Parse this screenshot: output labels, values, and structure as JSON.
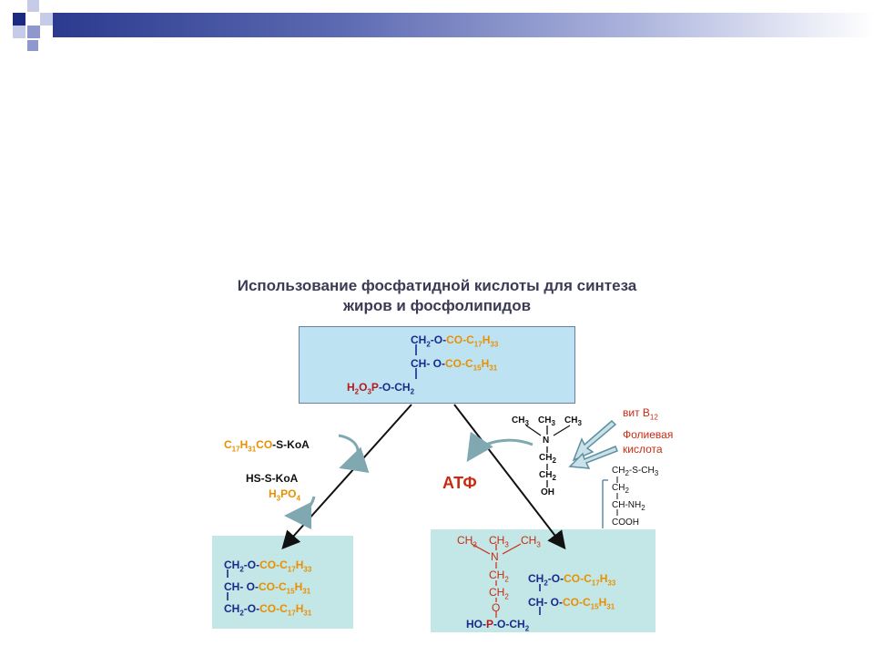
{
  "slide": {
    "title_line1": "Использование фосфатидной кислоты для синтеза",
    "title_line2": "жиров и фосфолипидов"
  },
  "top_box": {
    "r1": {
      "a": "CH",
      "a2": "2",
      "b": "-O-",
      "c": "CO-C",
      "c2": "17",
      "d": "H",
      "d2": "33"
    },
    "r2": {
      "a": "CH- O-",
      "c": "CO-C",
      "c2": "15",
      "d": "H",
      "d2": "31"
    },
    "r3": {
      "p1": "H",
      "p2": "2",
      "p3": "O",
      "p4": "3",
      "p5": "P",
      "b": "-O-CH",
      "b2": "2"
    }
  },
  "left": {
    "acyl": {
      "a": "C",
      "a2": "17",
      "b": "H",
      "b2": "31",
      "c": "CO",
      "d": "-S-KoA"
    },
    "hs": "HS-S-KoA",
    "h3po4": {
      "a": "H",
      "a2": "3",
      "b": "PO",
      "b2": "4"
    }
  },
  "atf": "АТФ",
  "choline": {
    "ch3_1": "CH",
    "ch3_2": "CH",
    "ch3_3": "CH",
    "sub3": "3",
    "n": "N",
    "ch2a": "CH",
    "ch2b": "CH",
    "sub2": "2",
    "oh": "OH"
  },
  "vitamins": {
    "b12": "вит B",
    "b12_sub": "12",
    "folic1": "Фолиевая",
    "folic2": "кислота"
  },
  "methionine": {
    "l1": "CH",
    "l1b": "-S-CH",
    "l2": "CH",
    "l3": "CH-NH",
    "l4": "COOH",
    "sub2": "2",
    "sub3": "3"
  },
  "bottom_left": {
    "r1": {
      "a": "CH",
      "a2": "2",
      "b": "-O-",
      "c": "CO-C",
      "c2": "17",
      "d": "H",
      "d2": "33"
    },
    "r2": {
      "a": "CH- O-",
      "c": "CO-C",
      "c2": "15",
      "d": "H",
      "d2": "31"
    },
    "r3": {
      "a": "CH",
      "a2": "2",
      "b": "-O-",
      "c": "CO-C",
      "c2": "17",
      "d": "H",
      "d2": "31"
    }
  },
  "bottom_right": {
    "ch3": "CH",
    "sub3": "3",
    "n": "N",
    "ch2": "CH",
    "sub2": "2",
    "o": "O",
    "ho": "HO-",
    "p": "P",
    "och2": "-O-CH",
    "r1": {
      "a": "CH",
      "a2": "2",
      "b": "-O-",
      "c": "CO-C",
      "c2": "17",
      "d": "H",
      "d2": "33"
    },
    "r2": {
      "a": "CH- O-",
      "c": "CO-C",
      "c2": "15",
      "d": "H",
      "d2": "31"
    }
  },
  "colors": {
    "acyl": "#e89000",
    "phosphate": "#b81818",
    "formula": "#1a2a8a",
    "box_top": "#bde3f2",
    "box_bottom": "#c3e6e6"
  }
}
